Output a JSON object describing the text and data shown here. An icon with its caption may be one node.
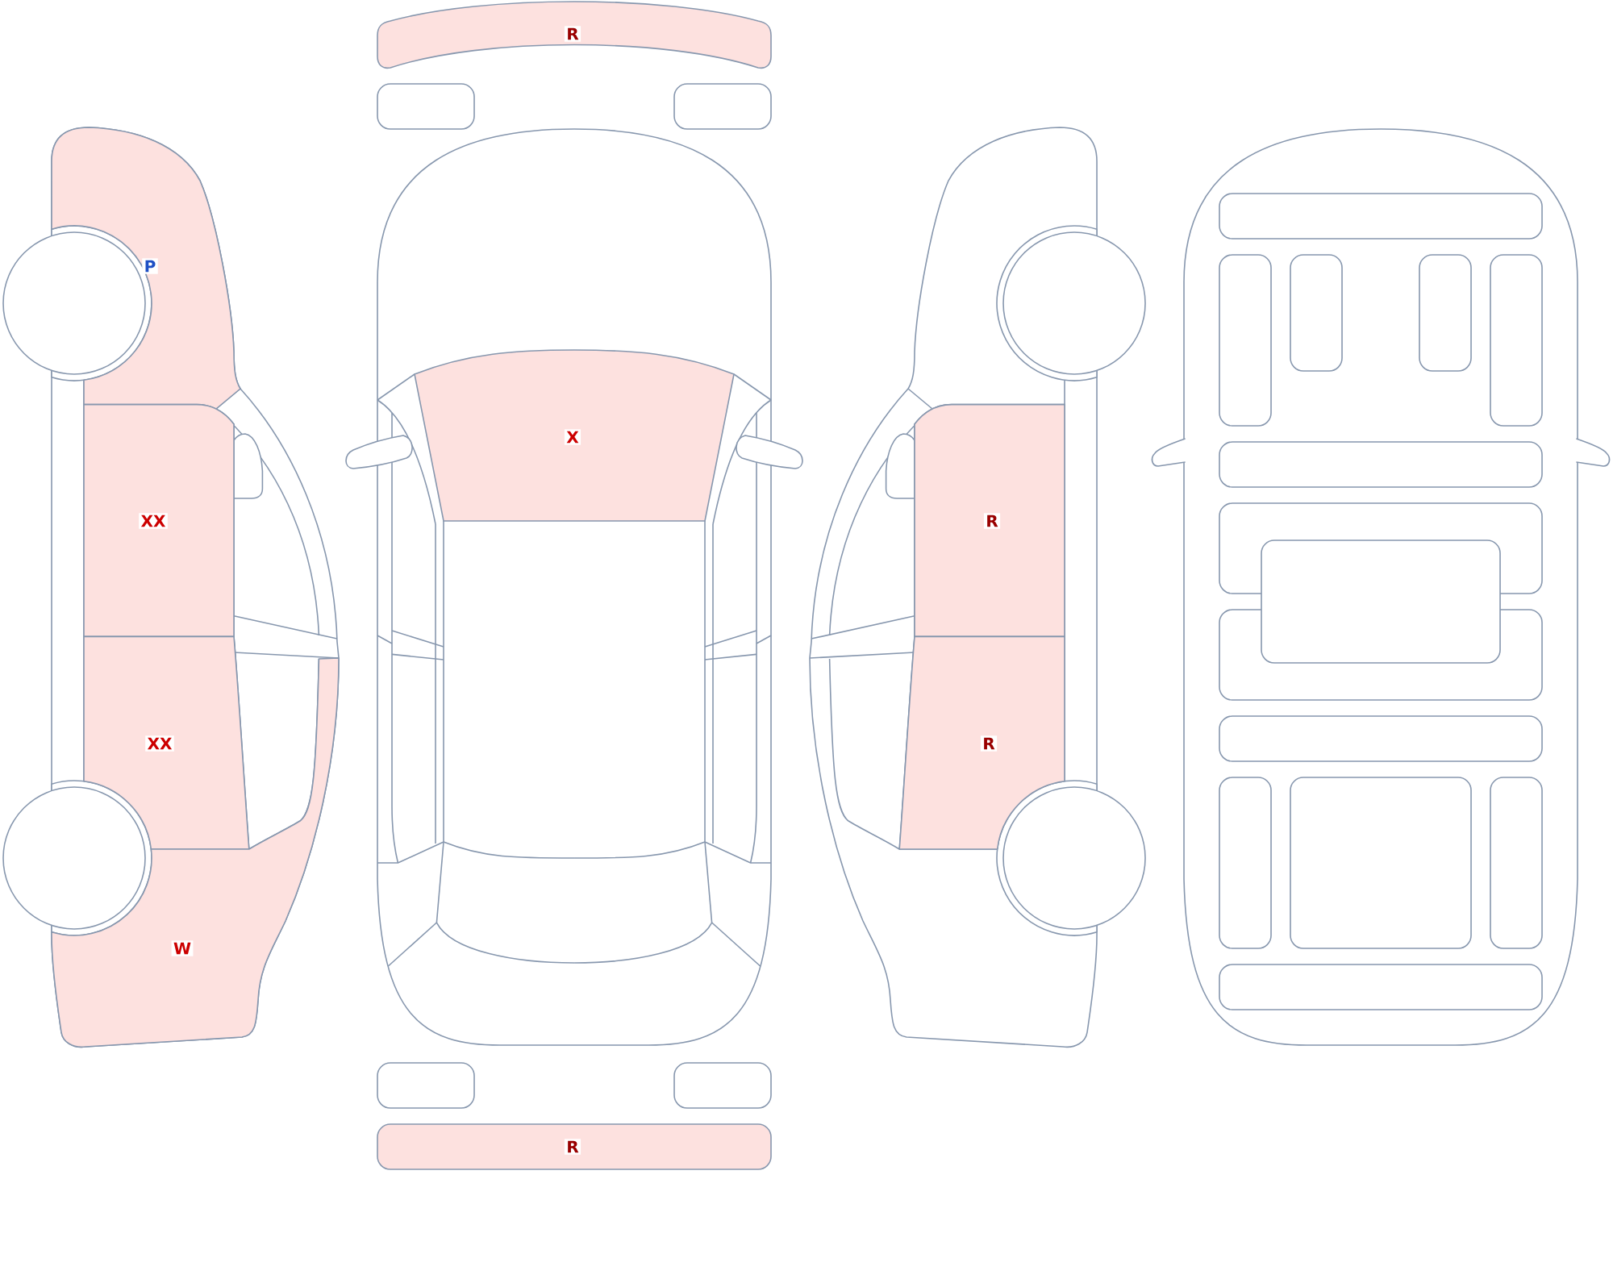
{
  "diagram": {
    "nodes": [
      {
        "text": [
          "P"
        ]
      },
      {
        "text": [
          "XX"
        ]
      },
      {
        "text": [
          "XX"
        ]
      },
      {
        "text": [
          "W"
        ]
      },
      {
        "text": [
          "R"
        ]
      },
      {
        "text": [
          "X"
        ]
      },
      {
        "text": [
          "R"
        ]
      },
      {
        "text": [
          "R"
        ]
      },
      {
        "text": [
          "R"
        ]
      }
    ]
  }
}
